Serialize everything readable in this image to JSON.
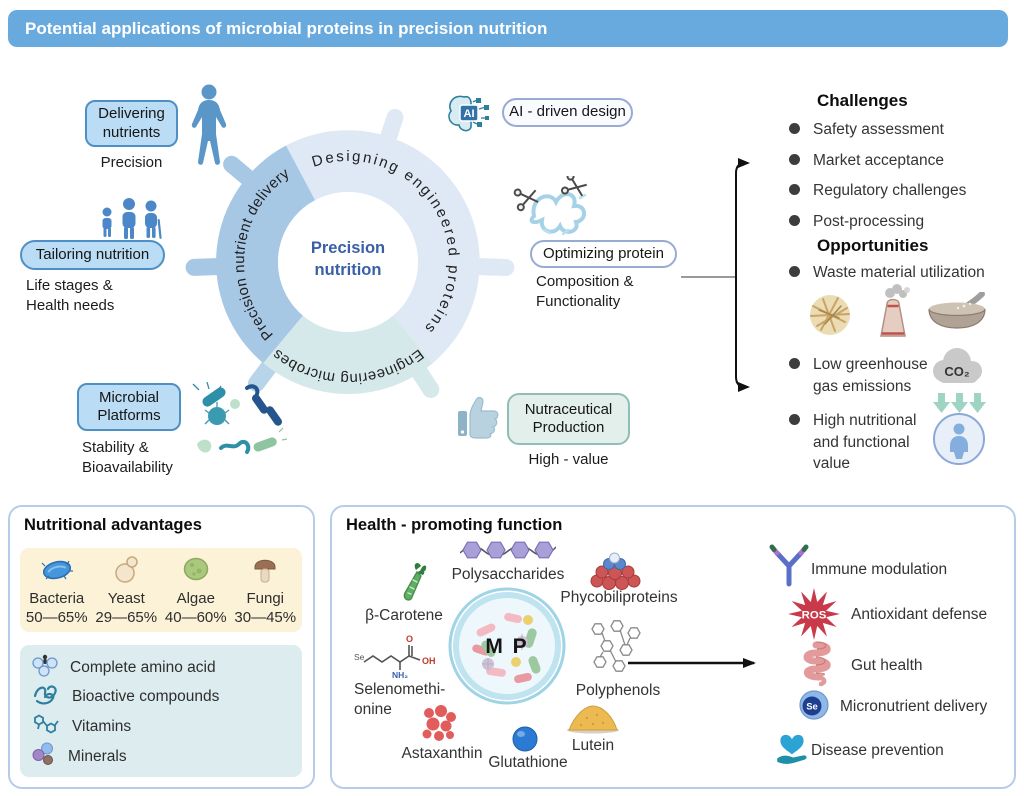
{
  "title_bar": {
    "text": "Potential applications of microbial proteins in precision nutrition"
  },
  "colors": {
    "title_bar_bg": "#68a9de",
    "ring_left": "#a7c8e5",
    "ring_top": "#dfe9f5",
    "ring_bottom": "#d6e9ea",
    "center_text": "#3a5fa8",
    "node_box_blue_bg": "#badcf4",
    "node_box_blue_border": "#4e90c5",
    "outline_box_border": "#97abd3",
    "teal_box_bg": "#e2efeb",
    "panel_border": "#b6cce9",
    "yellow_box_bg": "#fcf2d7",
    "teal_list_bg": "#ddedef",
    "ros_red": "#c83a4a"
  },
  "cycle": {
    "center_line1": "Precision",
    "center_line2": "nutrition",
    "arc_top": "Designing engineered proteins",
    "arc_bottom": "Engineering microbes",
    "arc_left": "Precision nutrient delivery"
  },
  "nodes": {
    "delivering": {
      "label": "Delivering nutrients",
      "caption": "Precision"
    },
    "tailoring": {
      "label": "Tailoring nutrition",
      "caption": "Life stages &\nHealth needs"
    },
    "microbial": {
      "label": "Microbial Platforms",
      "caption": "Stability &\nBioavailability"
    },
    "ai": {
      "label": "AI - driven design",
      "icon_text": "AI"
    },
    "optimizing": {
      "label": "Optimizing protein",
      "caption": "Composition &\nFunctionality"
    },
    "nutraceutical": {
      "label": "Nutraceutical Production",
      "caption": "High - value"
    }
  },
  "challenges": {
    "heading": "Challenges",
    "items": [
      "Safety assessment",
      "Market acceptance",
      "Regulatory challenges",
      "Post-processing"
    ]
  },
  "opportunities": {
    "heading": "Opportunities",
    "waste": "Waste material utilization",
    "greenhouse": "Low greenhouse\ngas emissions",
    "nutrition_value": "High nutritional\nand functional\nvalue",
    "co2": "CO₂"
  },
  "nutritional": {
    "heading": "Nutritional advantages",
    "sources": [
      {
        "name": "Bacteria",
        "range": "50—65%"
      },
      {
        "name": "Yeast",
        "range": "29—65%"
      },
      {
        "name": "Algae",
        "range": "40—60%"
      },
      {
        "name": "Fungi",
        "range": "30—45%"
      }
    ],
    "components": [
      "Complete amino acid",
      "Bioactive compounds",
      "Vitamins",
      "Minerals"
    ]
  },
  "health": {
    "heading": "Health - promoting function",
    "mp": "M P",
    "compounds": {
      "polysaccharides": "Polysaccharides",
      "phycobiliproteins": "Phycobiliproteins",
      "beta_carotene": "β-Carotene",
      "selenomethionine": "Selenomethi-\nonine",
      "polyphenols": "Polyphenols",
      "lutein": "Lutein",
      "astaxanthin": "Astaxanthin",
      "glutathione": "Glutathione"
    },
    "seleno_atoms": {
      "se": "Se",
      "o": "O",
      "oh": "OH",
      "nh2": "NH₂"
    },
    "functions": [
      "Immune modulation",
      "Antioxidant defense",
      "Gut health",
      "Micronutrient delivery",
      "Disease prevention"
    ],
    "ros": "ROS",
    "se": "Se"
  }
}
